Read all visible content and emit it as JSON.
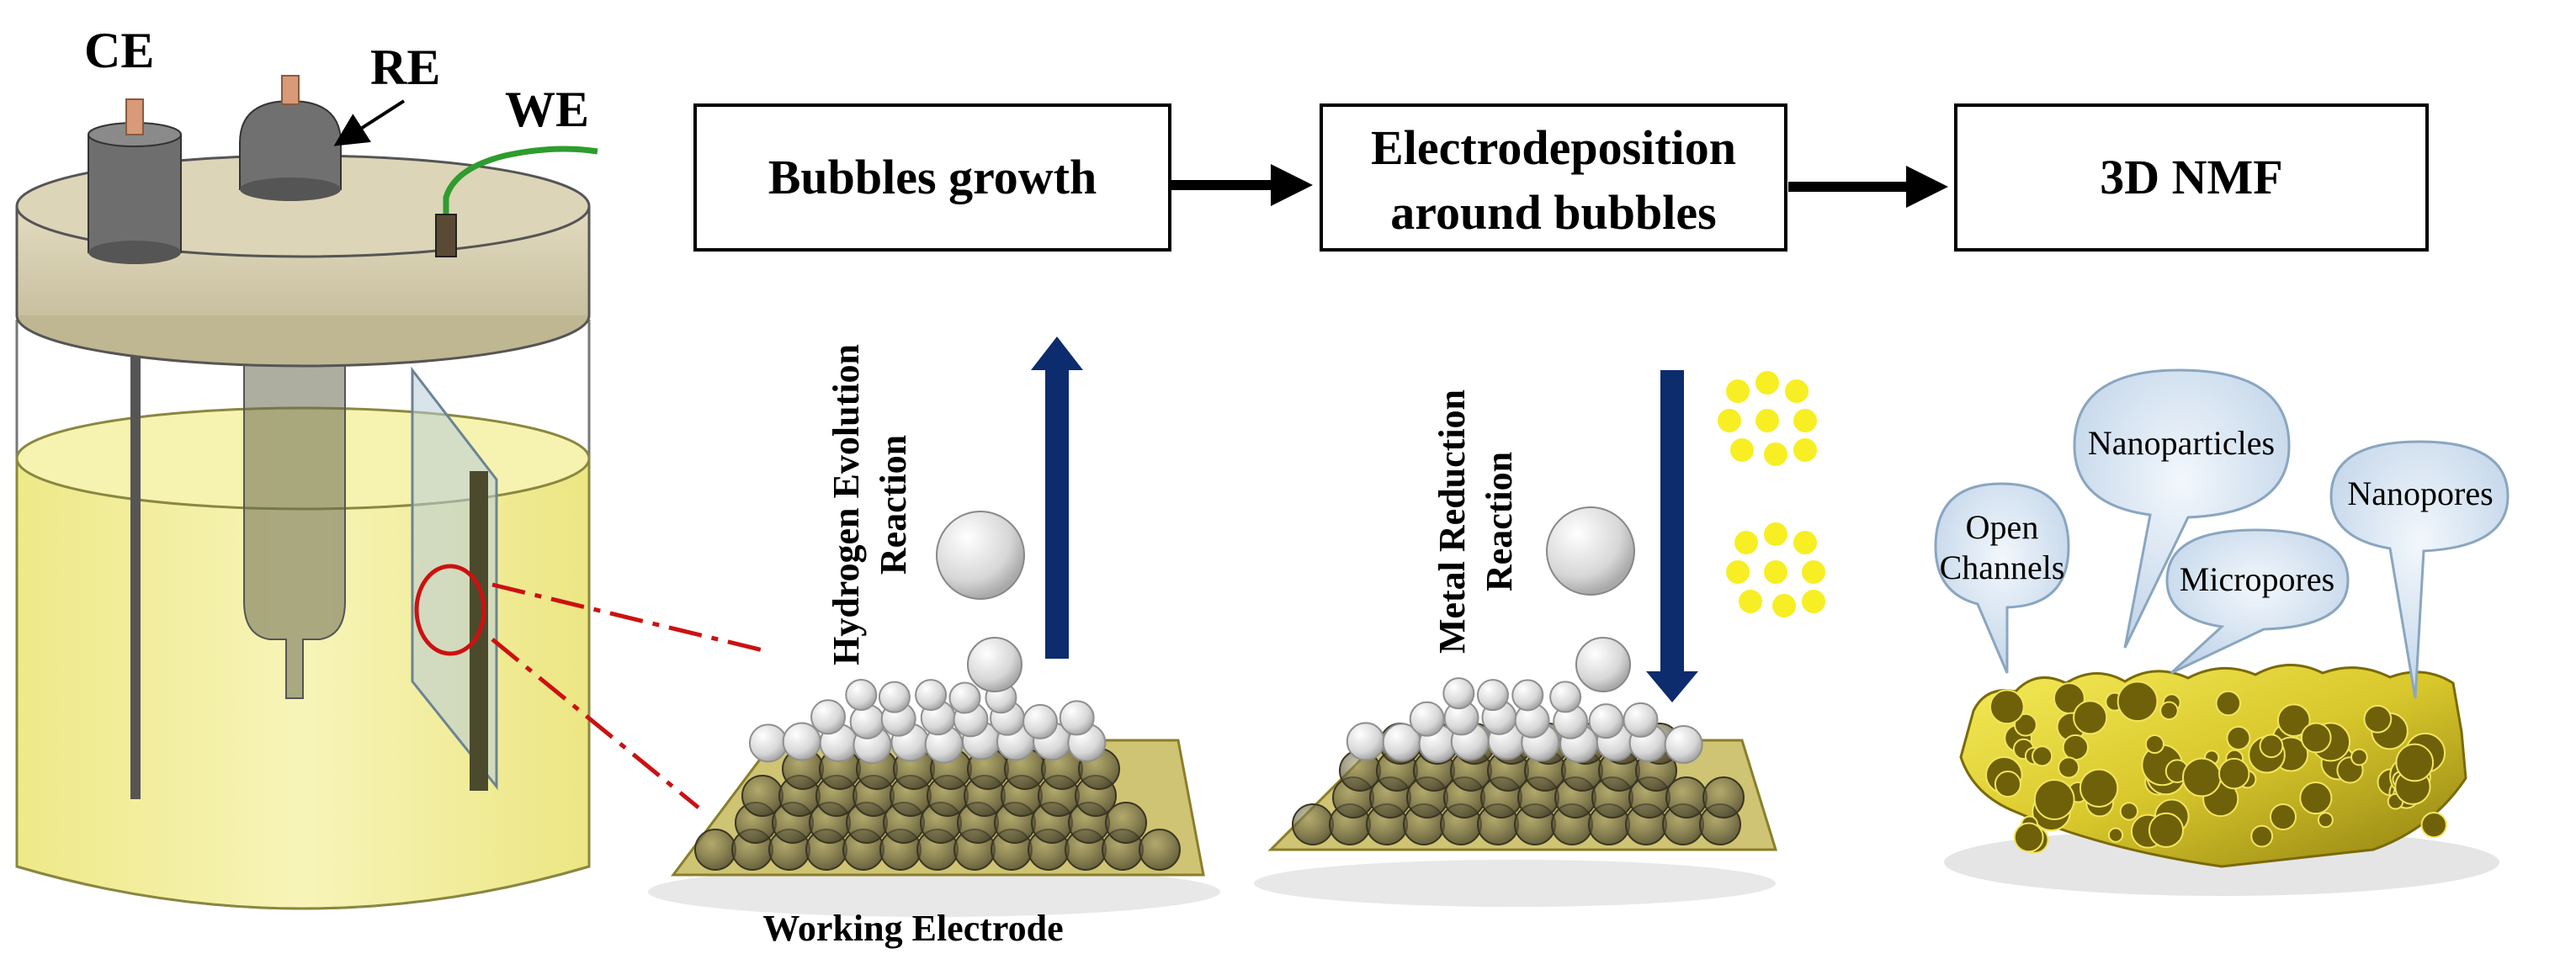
{
  "cell_labels": {
    "ce": "CE",
    "re": "RE",
    "we": "WE"
  },
  "flow": {
    "step1": "Bubbles growth",
    "step2_line1": "Electrodeposition",
    "step2_line2": "around bubbles",
    "step3": "3D NMF"
  },
  "reactions": {
    "her_line1": "Hydrogen Evolution",
    "her_line2": "Reaction",
    "mrr_line1": "Metal Reduction",
    "mrr_line2": "Reaction"
  },
  "electrode_label": "Working Electrode",
  "callouts": {
    "open_line1": "Open",
    "open_line2": "Channels",
    "nanoparticles": "Nanoparticles",
    "micropores": "Micropores",
    "nanopores": "Nanopores"
  },
  "colors": {
    "electrolyte": "#f3ef9a",
    "lid": "#d8d0b0",
    "electrode_plate": "#c8bd64",
    "arrow": "#0d2c6e",
    "nanoparticle": "#f5ee1c",
    "bubble_fill": "#dcdcdc",
    "callout": "#d6e4f2",
    "annotation_red": "#cc1111"
  }
}
